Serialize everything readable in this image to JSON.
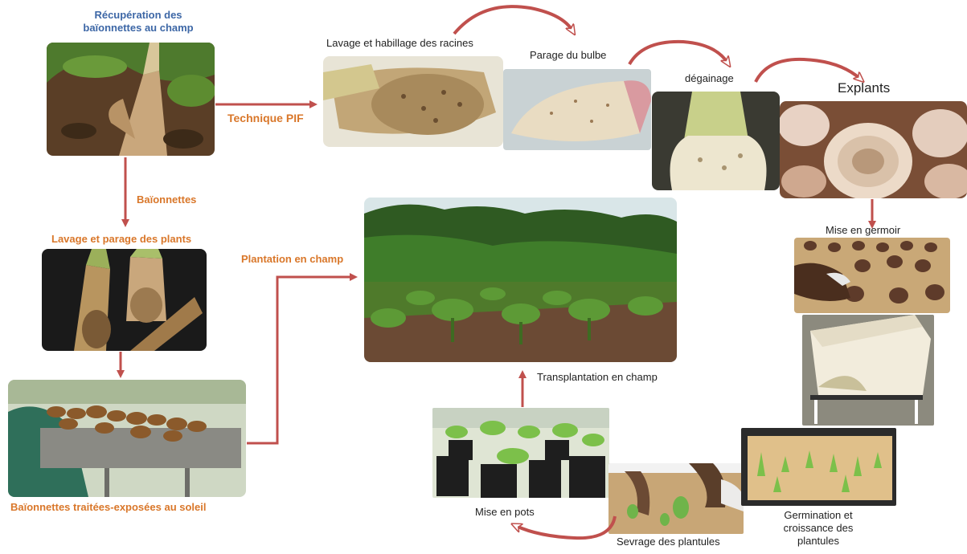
{
  "colors": {
    "arrow": "#c0504d",
    "blue_label": "#3d67a6",
    "orange_label": "#d9772a",
    "soil": "#5a3e26",
    "foliage": "#3f7d2a",
    "corm": "#c9a77c"
  },
  "labels": {
    "recuperation_line1": "Récupération des",
    "recuperation_line2": "baïonnettes au champ",
    "technique_pif": "Technique PIF",
    "baionnettes": "Baïonnettes",
    "lavage_parage": "Lavage  et  parage des plants",
    "baionnettes_traitees": "Baïonnettes traitées-exposées au soleil",
    "plantation_champ": "Plantation en champ",
    "lavage_habillage": "Lavage et habillage  des racines",
    "parage_bulbe": "Parage du bulbe",
    "degainage": "dégainage",
    "explants": "Explants",
    "mise_en_germoir": "Mise en germoir",
    "transplantation": "Transplantation en champ",
    "mise_en_pots": "Mise en pots",
    "sevrage": "Sevrage des plantules",
    "germination_line1": "Germination et",
    "germination_line2": "croissance des",
    "germination_line3": "plantules"
  }
}
